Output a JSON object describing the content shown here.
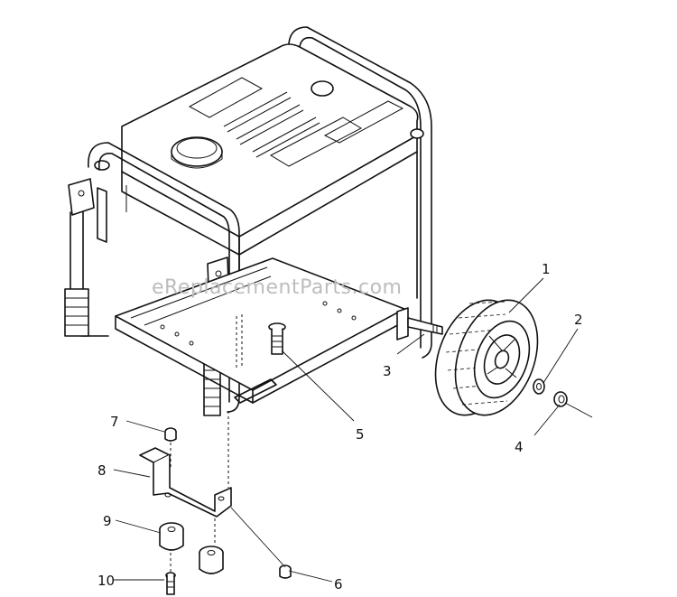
{
  "watermark": "eReplacementParts.com",
  "callouts": [
    {
      "id": "1",
      "label": "1"
    },
    {
      "id": "2",
      "label": "2"
    },
    {
      "id": "3",
      "label": "3"
    },
    {
      "id": "4",
      "label": "4"
    },
    {
      "id": "5",
      "label": "5"
    },
    {
      "id": "6",
      "label": "6"
    },
    {
      "id": "7",
      "label": "7"
    },
    {
      "id": "8",
      "label": "8"
    },
    {
      "id": "9",
      "label": "9"
    },
    {
      "id": "10",
      "label": "10"
    }
  ]
}
